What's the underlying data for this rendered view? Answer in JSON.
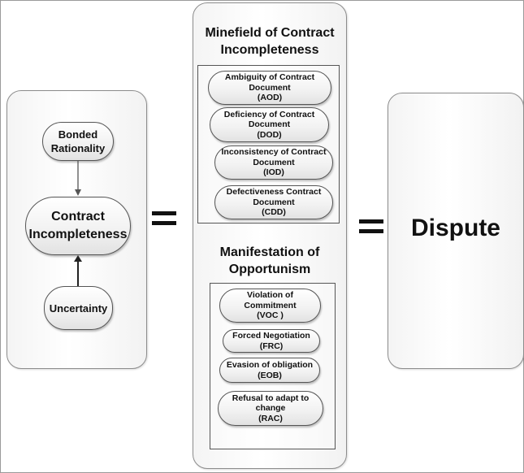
{
  "left": {
    "bonded": "Bonded\nRationality",
    "contract": "Contract\nIncompleteness",
    "uncertainty": "Uncertainty"
  },
  "middle": {
    "minefield_title": "Minefield of Contract\nIncompleteness",
    "minefield_items": [
      "Ambiguity of Contract\nDocument\n(AOD)",
      "Deficiency of Contract\nDocument\n(DOD)",
      "Inconsistency of Contract\nDocument\n(IOD)",
      "Defectiveness  Contract\nDocument\n(CDD)"
    ],
    "manifestation_title": "Manifestation of\nOpportunism",
    "manifestation_items": [
      "Violation of\nCommitment\n(VOC )",
      "Forced Negotiation\n(FRC)",
      "Evasion of obligation\n(EOB)",
      "Refusal to adapt to\nchange\n(RAC)"
    ]
  },
  "right": {
    "dispute": "Dispute"
  }
}
